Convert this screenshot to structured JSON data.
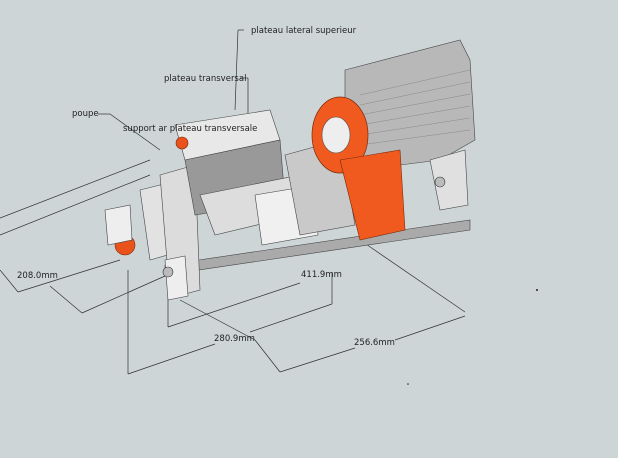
{
  "labels": {
    "plateau_lateral_superieur": "plateau lateral superieur",
    "plateau_transversal": "plateau transversal",
    "poupe": "poupe",
    "support_ar": "support ar plateau transversale"
  },
  "dimensions": {
    "d1": "208.0mm",
    "d2": "411.9mm",
    "d3": "280.9mm",
    "d4": "256.6mm"
  },
  "colors": {
    "background": "#cdd5d7",
    "accent_orange": "#f05a1e",
    "motor_grey": "#b8b8b8"
  }
}
